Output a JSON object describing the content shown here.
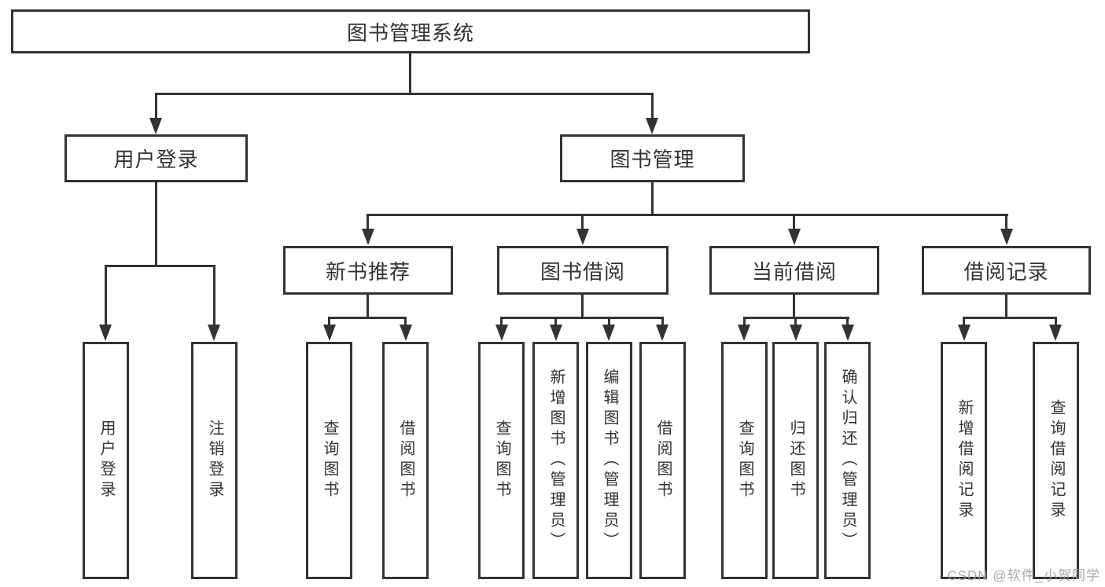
{
  "diagram": {
    "title": "图书管理系统",
    "branches": [
      {
        "label": "用户登录",
        "children": [
          "用户登录",
          "注销登录"
        ]
      },
      {
        "label": "图书管理",
        "groups": [
          {
            "label": "新书推荐",
            "children": [
              "查询图书",
              "借阅图书"
            ]
          },
          {
            "label": "图书借阅",
            "children": [
              "查询图书",
              "新增图书（管理员）",
              "编辑图书（管理员）",
              "借阅图书"
            ]
          },
          {
            "label": "当前借阅",
            "children": [
              "查询图书",
              "归还图书",
              "确认归还（管理员）"
            ]
          },
          {
            "label": "借阅记录",
            "children": [
              "新增借阅记录",
              "查询借阅记录"
            ]
          }
        ]
      }
    ]
  },
  "watermark": "CSDN @软件_小贺同学",
  "colors": {
    "line": "#333333",
    "text": "#333333",
    "watermark": "#9e9e9e",
    "background": "#ffffff"
  }
}
